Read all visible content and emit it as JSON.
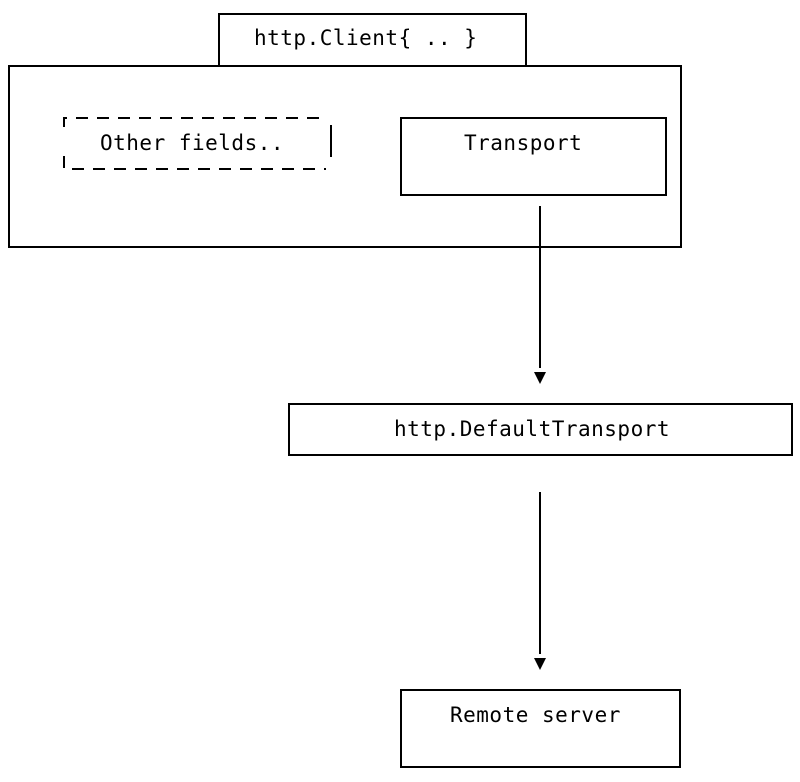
{
  "nodes": {
    "client": {
      "label": "http.Client{ .. }"
    },
    "other_fields": {
      "label": "Other fields.."
    },
    "transport": {
      "label": "Transport"
    },
    "default_transport": {
      "label": "http.DefaultTransport"
    },
    "remote_server": {
      "label": "Remote server"
    }
  },
  "edges": [
    {
      "from": "transport",
      "to": "default_transport"
    },
    {
      "from": "default_transport",
      "to": "remote_server"
    }
  ],
  "colors": {
    "stroke": "#000000",
    "background": "#ffffff"
  }
}
